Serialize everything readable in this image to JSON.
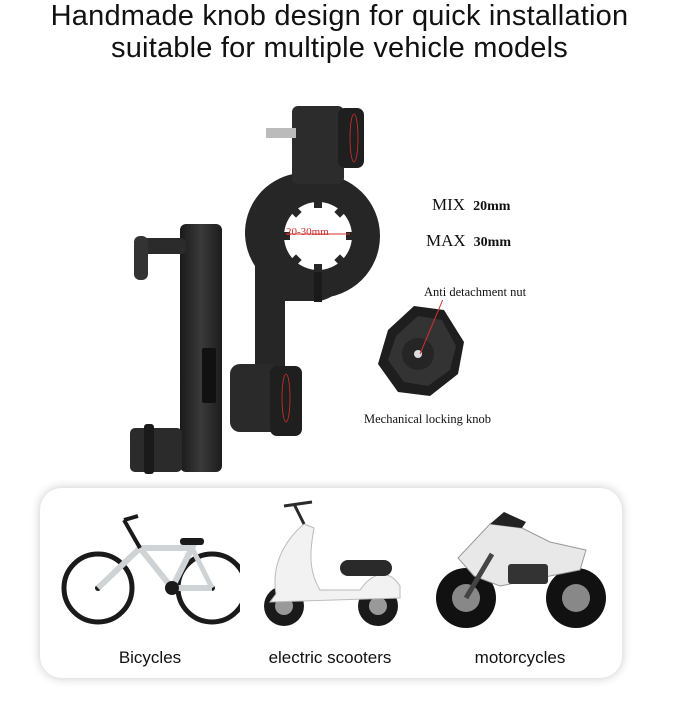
{
  "headline": {
    "line1": "Handmade knob design for quick installation",
    "line2": "suitable for multiple vehicle models"
  },
  "diagram": {
    "range_label": "20-30mm",
    "min_key": "MIX",
    "min_value": "20mm",
    "max_key": "MAX",
    "max_value": "30mm",
    "callout_nut": "Anti detachment nut",
    "callout_knob": "Mechanical locking knob"
  },
  "vehicles": [
    {
      "label": "Bicycles",
      "icon": "bicycle-icon"
    },
    {
      "label": "electric scooters",
      "icon": "scooter-icon"
    },
    {
      "label": "motorcycles",
      "icon": "motorcycle-icon"
    }
  ],
  "colors": {
    "accent_dimension": "#d0312d",
    "product": "#2a2a2a"
  }
}
